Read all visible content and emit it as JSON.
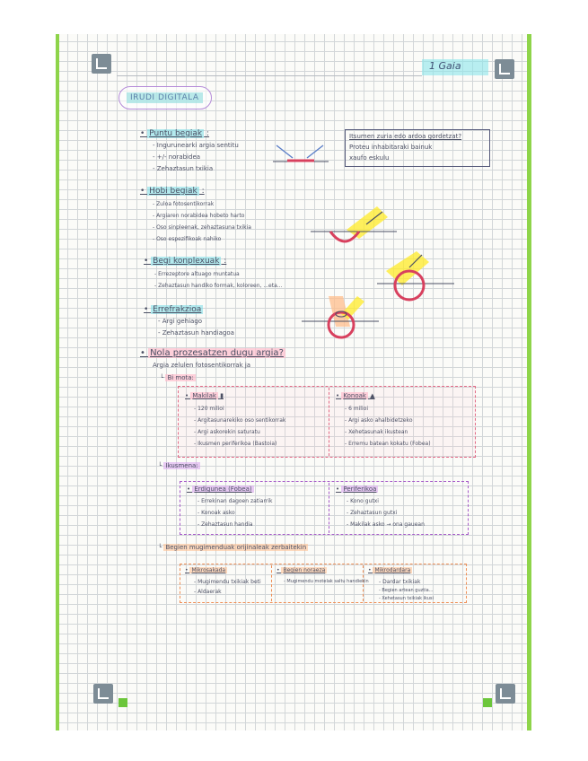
{
  "header": {
    "chapter": "1 Gaia"
  },
  "title": "IRUDI DIGITALA",
  "question_box": {
    "line1": "Itsumen zuria edo ardoa gordetzat?",
    "line2": "Proteu inhabitaraki bainuk",
    "line3": "xaufo eskulu"
  },
  "sections": {
    "puntu": {
      "heading": "Puntu begiak",
      "items": [
        "Ingurunearki argia sentitu",
        "+/- norabidea",
        "Zehaztasun txikia"
      ]
    },
    "hobi": {
      "heading": "Hobi begiak",
      "items": [
        "Zuloa fotosentikorrak",
        "Argiaren norabidea hobeto harto",
        "Oso sinpleenak, zehaztasuna txikia",
        "Oso espezifikoak nahiko"
      ]
    },
    "begi_konplexuak": {
      "heading": "Begi konplexuak",
      "items": [
        "Errezeptore altuago muntatua",
        "Zehaztasun handiko formak, koloreen, ...eta..."
      ]
    },
    "errefrakzioa": {
      "heading": "Errefrakzioa",
      "items": [
        "Argi gehiago",
        "Zehaztasun handiagoa"
      ]
    },
    "nola": {
      "heading": "Nola prozesatzen dugu argia?",
      "sub": "Argia zelulen fotosentikorrak ja",
      "bi_mota": "Bi mota:"
    }
  },
  "makilak": {
    "title": "Makilak",
    "items": [
      "120 milioi",
      "Argitasunarekiko oso sentikorrak",
      "Argi askorekin saturatu",
      "Ikusmen periferikoa (Bastoia)"
    ]
  },
  "konoak": {
    "title": "Konoak",
    "items": [
      "6 milioi",
      "Argi asko ahalbidetzeko",
      "Xehetasunak ikustean",
      "Erremu batean kokatu (Fobea)"
    ]
  },
  "ikusmena": {
    "label": "Ikusmena:"
  },
  "erdigunea": {
    "title": "Erdigunea (Fobea)",
    "items": [
      "Errekinan dagoen zatiarrik",
      "Konoak asko",
      "Zehaztasun handia"
    ]
  },
  "periferikoa": {
    "title": "Periferikoa",
    "items": [
      "Kono gutxi",
      "Zehaztasun gutxi",
      "Makilak asko → ona gauean"
    ]
  },
  "begien_mugimendu": {
    "label": "Begien mugimenduak orijinaleak zerbaitekin"
  },
  "mikrosakada": {
    "title": "Mikrosakada",
    "items": [
      "Mugimendu txikiak beti",
      "Aldaerak"
    ]
  },
  "begien_noraeza": {
    "title": "Begien noraeza",
    "items": [
      "Mugimendu motelak saltu handiekin"
    ]
  },
  "mikrodardara": {
    "title": "Mikrodardara",
    "items": [
      "Dardar txikiak",
      "Begien artean guztia...",
      "Xehetasun txikiak ikusi"
    ]
  },
  "colors": {
    "grid": "#d2d6d8",
    "border_green": "#8ed44a",
    "ink": "#4b4f63",
    "pink": "#e26a86",
    "purple": "#a65bc9",
    "orange": "#ef8e55"
  }
}
